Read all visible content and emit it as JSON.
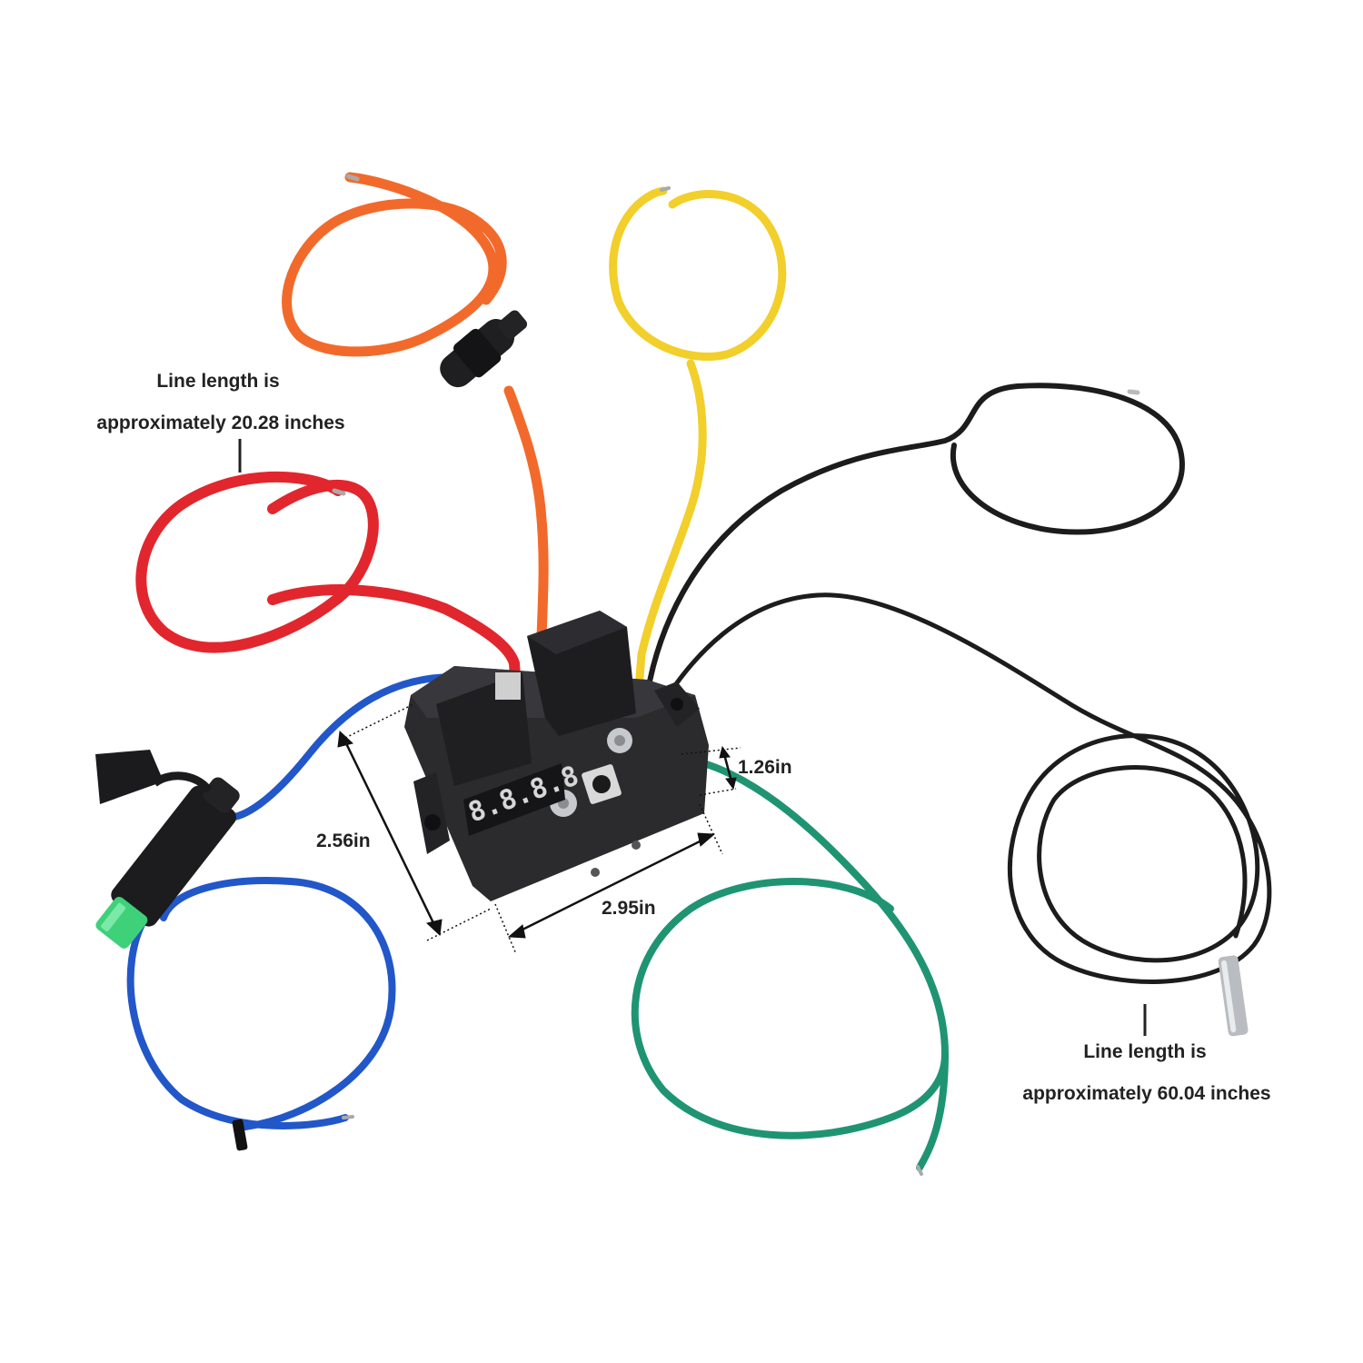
{
  "annotations": {
    "left_length_line1": "Line length is",
    "left_length_line2": "approximately 20.28 inches",
    "right_length_line1": "Line length is",
    "right_length_line2": "approximately 60.04 inches",
    "dim_height": "2.56in",
    "dim_width": "2.95in",
    "dim_depth": "1.26in"
  },
  "display": {
    "digits": "8.8.8.8."
  },
  "colors": {
    "orange_wire": "#f26a2b",
    "red_wire": "#e2262d",
    "yellow_wire": "#f2cf2a",
    "black_wire": "#1c1c1c",
    "blue_wire": "#2257c9",
    "green_wire": "#1f9473",
    "housing": "#2b2b2e",
    "fuse_green": "#3fd17a",
    "background": "#ffffff"
  },
  "icons": {
    "probe": "steel-temperature-probe",
    "button": "tactile-push-button",
    "fuse": "blade-fuse-holder"
  }
}
